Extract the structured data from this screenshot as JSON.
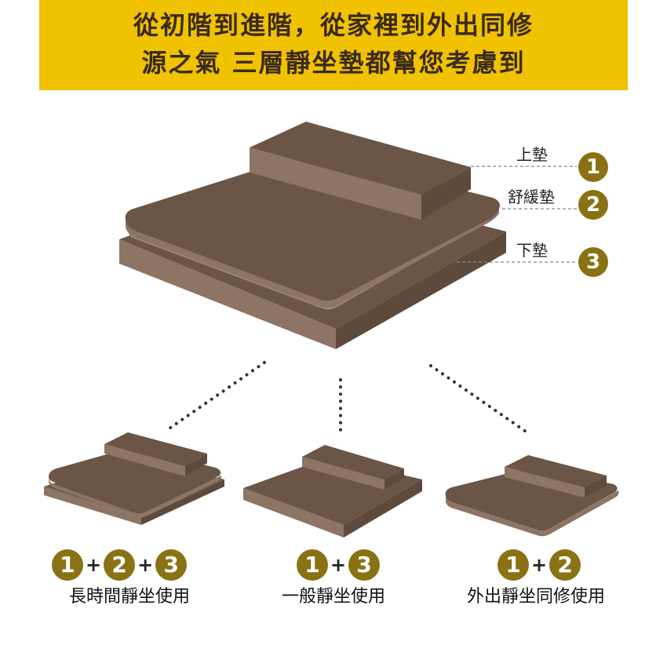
{
  "banner": {
    "line1": "從初階到進階，從家裡到外出同修",
    "line2": "源之氣 三層靜坐墊都幫您考慮到"
  },
  "layers": [
    {
      "label": "上墊",
      "number": "1"
    },
    {
      "label": "舒緩墊",
      "number": "2"
    },
    {
      "label": "下墊",
      "number": "3"
    }
  ],
  "combos": [
    {
      "numbers": [
        "1",
        "2",
        "3"
      ],
      "plus": "+",
      "caption": "長時間靜坐使用"
    },
    {
      "numbers": [
        "1",
        "3"
      ],
      "plus": "+",
      "caption": "一般靜坐使用"
    },
    {
      "numbers": [
        "1",
        "2"
      ],
      "plus": "+",
      "caption": "外出靜坐同修使用"
    }
  ],
  "colors": {
    "banner": "#f0c200",
    "cushion_top": "#6b5546",
    "cushion_side": "#8c7565",
    "badge": "#8a7214"
  }
}
